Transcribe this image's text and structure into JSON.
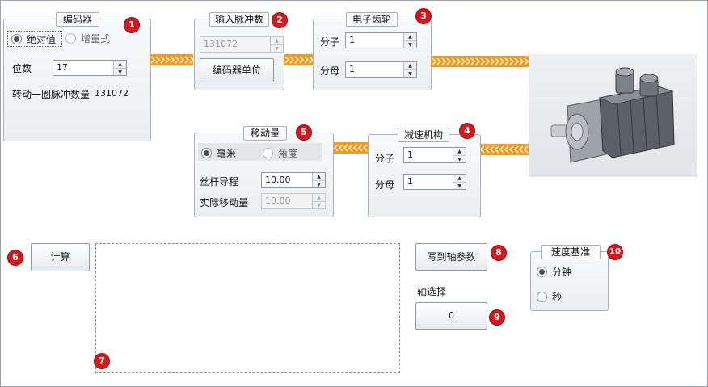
{
  "encoder": {
    "title": "编码器",
    "badge": "1",
    "radio_absolute": "绝对值",
    "radio_incremental": "增量式",
    "bits_label": "位数",
    "bits_value": "17",
    "pulses_label": "转动一圈脉冲数量",
    "pulses_value": "131072"
  },
  "input_pulses": {
    "title": "输入脉冲数",
    "badge": "2",
    "value": "131072",
    "unit_button": "编码器单位"
  },
  "gear": {
    "title": "电子齿轮",
    "badge": "3",
    "numerator_label": "分子",
    "numerator_value": "1",
    "denominator_label": "分母",
    "denominator_value": "1"
  },
  "reducer": {
    "title": "减速机构",
    "badge": "4",
    "numerator_label": "分子",
    "numerator_value": "1",
    "denominator_label": "分母",
    "denominator_value": "1"
  },
  "movement": {
    "title": "移动量",
    "badge": "5",
    "radio_mm": "毫米",
    "radio_angle": "角度",
    "lead_label": "丝杆导程",
    "lead_value": "10.00",
    "actual_label": "实际移动量",
    "actual_value": "10.00"
  },
  "calculate": {
    "label": "计算",
    "badge": "6"
  },
  "output": {
    "badge": "7"
  },
  "write_params": {
    "label": "写到轴参数",
    "badge": "8"
  },
  "axis": {
    "label": "轴选择",
    "value": "0",
    "badge": "9"
  },
  "speed_base": {
    "title": "速度基准",
    "badge": "10",
    "radio_minute": "分钟",
    "radio_second": "秒"
  },
  "colors": {
    "arrow": "#f39a1c",
    "badge": "#d9161c"
  }
}
